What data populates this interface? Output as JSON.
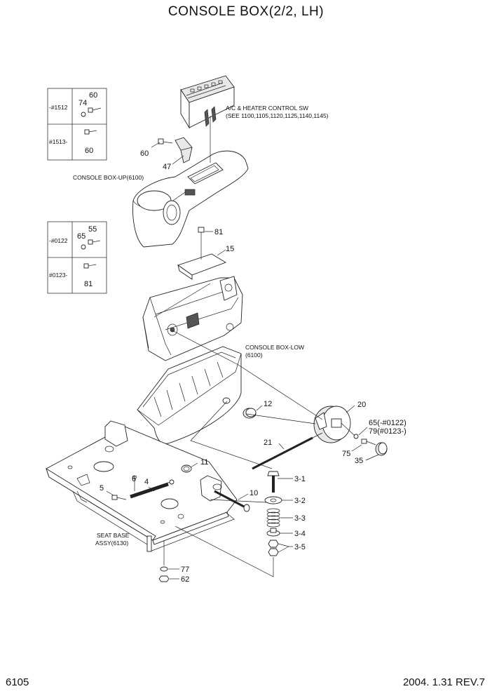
{
  "title": "CONSOLE BOX(2/2, LH)",
  "footer": {
    "page": "6105",
    "date_rev": "2004. 1.31  REV.7"
  },
  "notes": {
    "ac_sw_1": "A/C & HEATER CONTROL SW",
    "ac_sw_2": "(SEE 1100,1105,1120,1125,1140,1145)",
    "console_up": "CONSOLE BOX-UP(6100)",
    "console_low_1": "CONSOLE BOX-LOW",
    "console_low_2": "(6100)",
    "seat_base_1": "SEAT BASE",
    "seat_base_2": "ASSY(6130)"
  },
  "serial_tables": [
    {
      "rows": [
        {
          "serial": "-#1512",
          "parts": [
            "74",
            "60"
          ]
        },
        {
          "serial": "#1513-",
          "parts": [
            "60"
          ]
        }
      ]
    },
    {
      "rows": [
        {
          "serial": "-#0122",
          "parts": [
            "65",
            "55"
          ]
        },
        {
          "serial": "#0123-",
          "parts": [
            "81"
          ]
        }
      ]
    }
  ],
  "callouts": {
    "c60": "60",
    "c47": "47",
    "c81": "81",
    "c15": "15",
    "c12": "12",
    "c20": "20",
    "c65": "65(-#0122)",
    "c79": "79(#0123-)",
    "c75": "75",
    "c35": "35",
    "c21": "21",
    "c11": "11",
    "c6": "6",
    "c4": "4",
    "c5": "5",
    "c10": "10",
    "c3_1": "3-1",
    "c3_2": "3-2",
    "c3_3": "3-3",
    "c3_4": "3-4",
    "c3_5": "3-5",
    "c77": "77",
    "c62": "62"
  }
}
